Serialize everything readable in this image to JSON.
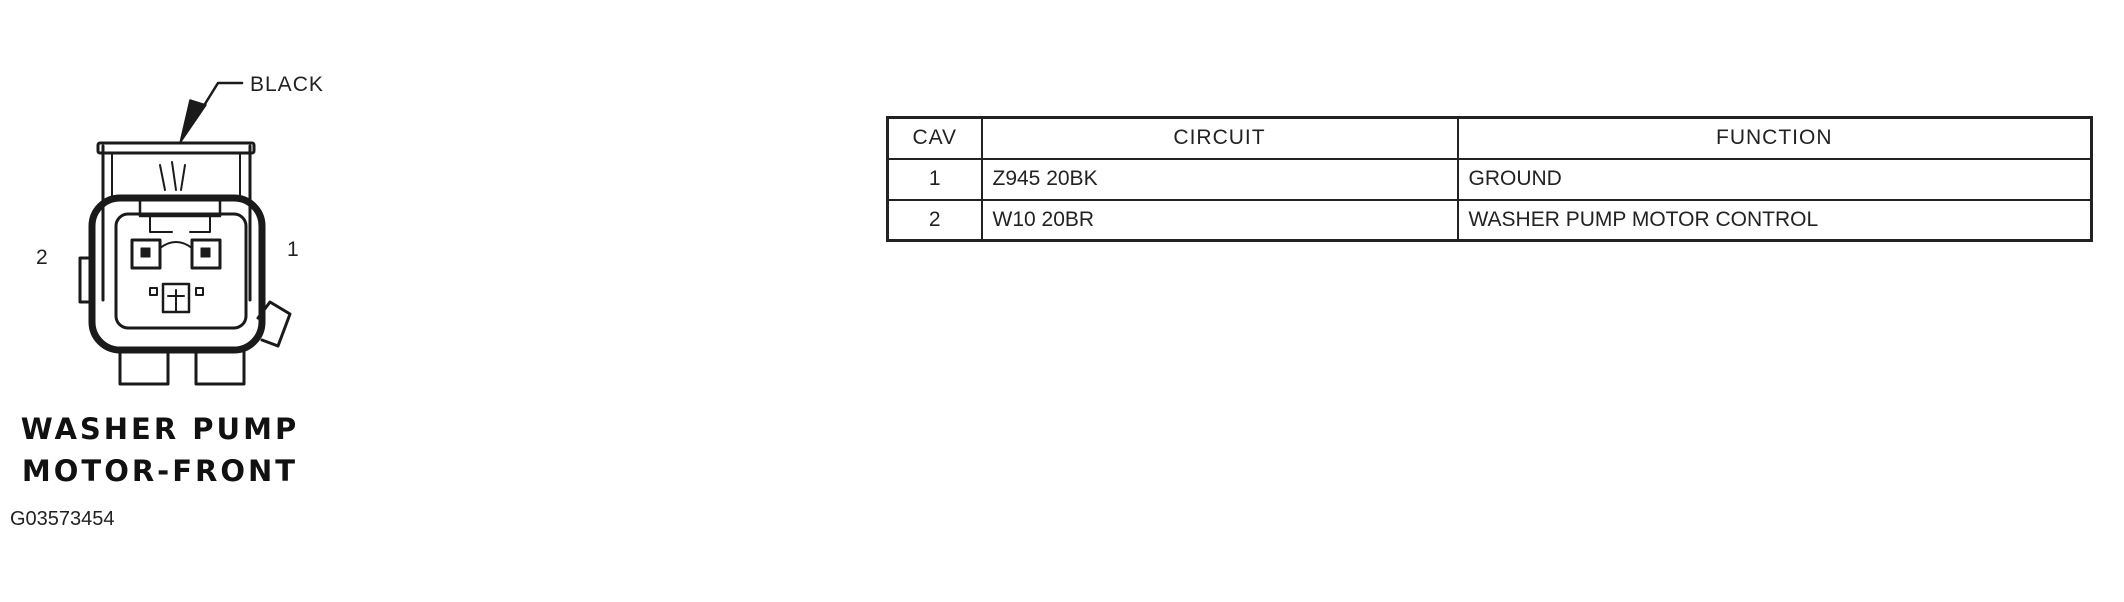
{
  "connector": {
    "callout": "BLACK",
    "pin_left": "2",
    "pin_right": "1",
    "title_line1": "WASHER PUMP",
    "title_line2": "MOTOR-FRONT",
    "figure_id": "G03573454"
  },
  "table": {
    "headers": {
      "cav": "CAV",
      "circuit": "CIRCUIT",
      "function": "FUNCTION"
    },
    "rows": [
      {
        "cav": "1",
        "circuit": "Z945 20BK",
        "function": "GROUND"
      },
      {
        "cav": "2",
        "circuit": "W10 20BR",
        "function": "WASHER PUMP MOTOR CONTROL"
      }
    ]
  }
}
